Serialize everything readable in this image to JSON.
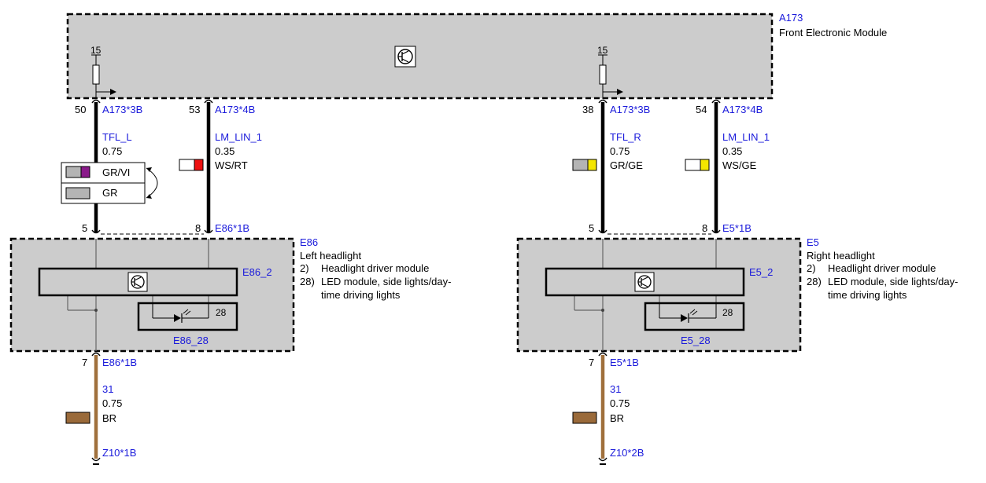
{
  "colors": {
    "module_fill": "#cccccc",
    "label_blue": "#1a1adb",
    "wire_black": "#000000",
    "wire_brown": "#a0703c",
    "red": "#ee1111",
    "yellow": "#f4e600",
    "violet": "#8a1a8a",
    "grey": "#b4b4b4",
    "brown": "#9a6a3a"
  },
  "top_module": {
    "id": "A173",
    "name": "Front Electronic Module",
    "icon": "transistor-icon",
    "term_left": "15",
    "term_right": "15"
  },
  "circuits": [
    {
      "pin_top": "50",
      "conn_top": "A173*3B",
      "signal": "TFL_L",
      "cross": "0.75",
      "pin_bottom": "5"
    },
    {
      "pin_top": "53",
      "conn_top": "A173*4B",
      "signal": "LM_LIN_1",
      "cross": "0.35",
      "color_code": "WS/RT",
      "pin_bottom": "8",
      "conn_bottom": "E86*1B"
    },
    {
      "pin_top": "38",
      "conn_top": "A173*3B",
      "signal": "TFL_R",
      "cross": "0.75",
      "color_code": "GR/GE",
      "pin_bottom": "5"
    },
    {
      "pin_top": "54",
      "conn_top": "A173*4B",
      "signal": "LM_LIN_1",
      "cross": "0.35",
      "color_code": "WS/GE",
      "pin_bottom": "8",
      "conn_bottom": "E5*1B"
    }
  ],
  "alternatives": {
    "option_a": "GR/VI",
    "option_b": "GR"
  },
  "left_headlight": {
    "id": "E86",
    "name": "Left headlight",
    "notes": [
      {
        "num": "2)",
        "text": "Headlight driver module"
      },
      {
        "num": "28)",
        "text": "LED module, side lights/day-"
      },
      {
        "num": "",
        "text": "time driving lights"
      }
    ],
    "driver_id": "E86_2",
    "led_id": "E86_28",
    "led_num": "28",
    "pin_ground": "7",
    "conn_ground": "E86*1B",
    "ground_signal": "31",
    "ground_cross": "0.75",
    "ground_color": "BR",
    "ground_point": "Z10*1B"
  },
  "right_headlight": {
    "id": "E5",
    "name": "Right headlight",
    "notes": [
      {
        "num": "2)",
        "text": "Headlight driver module"
      },
      {
        "num": "28)",
        "text": "LED module, side lights/day-"
      },
      {
        "num": "",
        "text": "time driving lights"
      }
    ],
    "driver_id": "E5_2",
    "led_id": "E5_28",
    "led_num": "28",
    "pin_ground": "7",
    "conn_ground": "E5*1B",
    "ground_signal": "31",
    "ground_cross": "0.75",
    "ground_color": "BR",
    "ground_point": "Z10*2B"
  }
}
